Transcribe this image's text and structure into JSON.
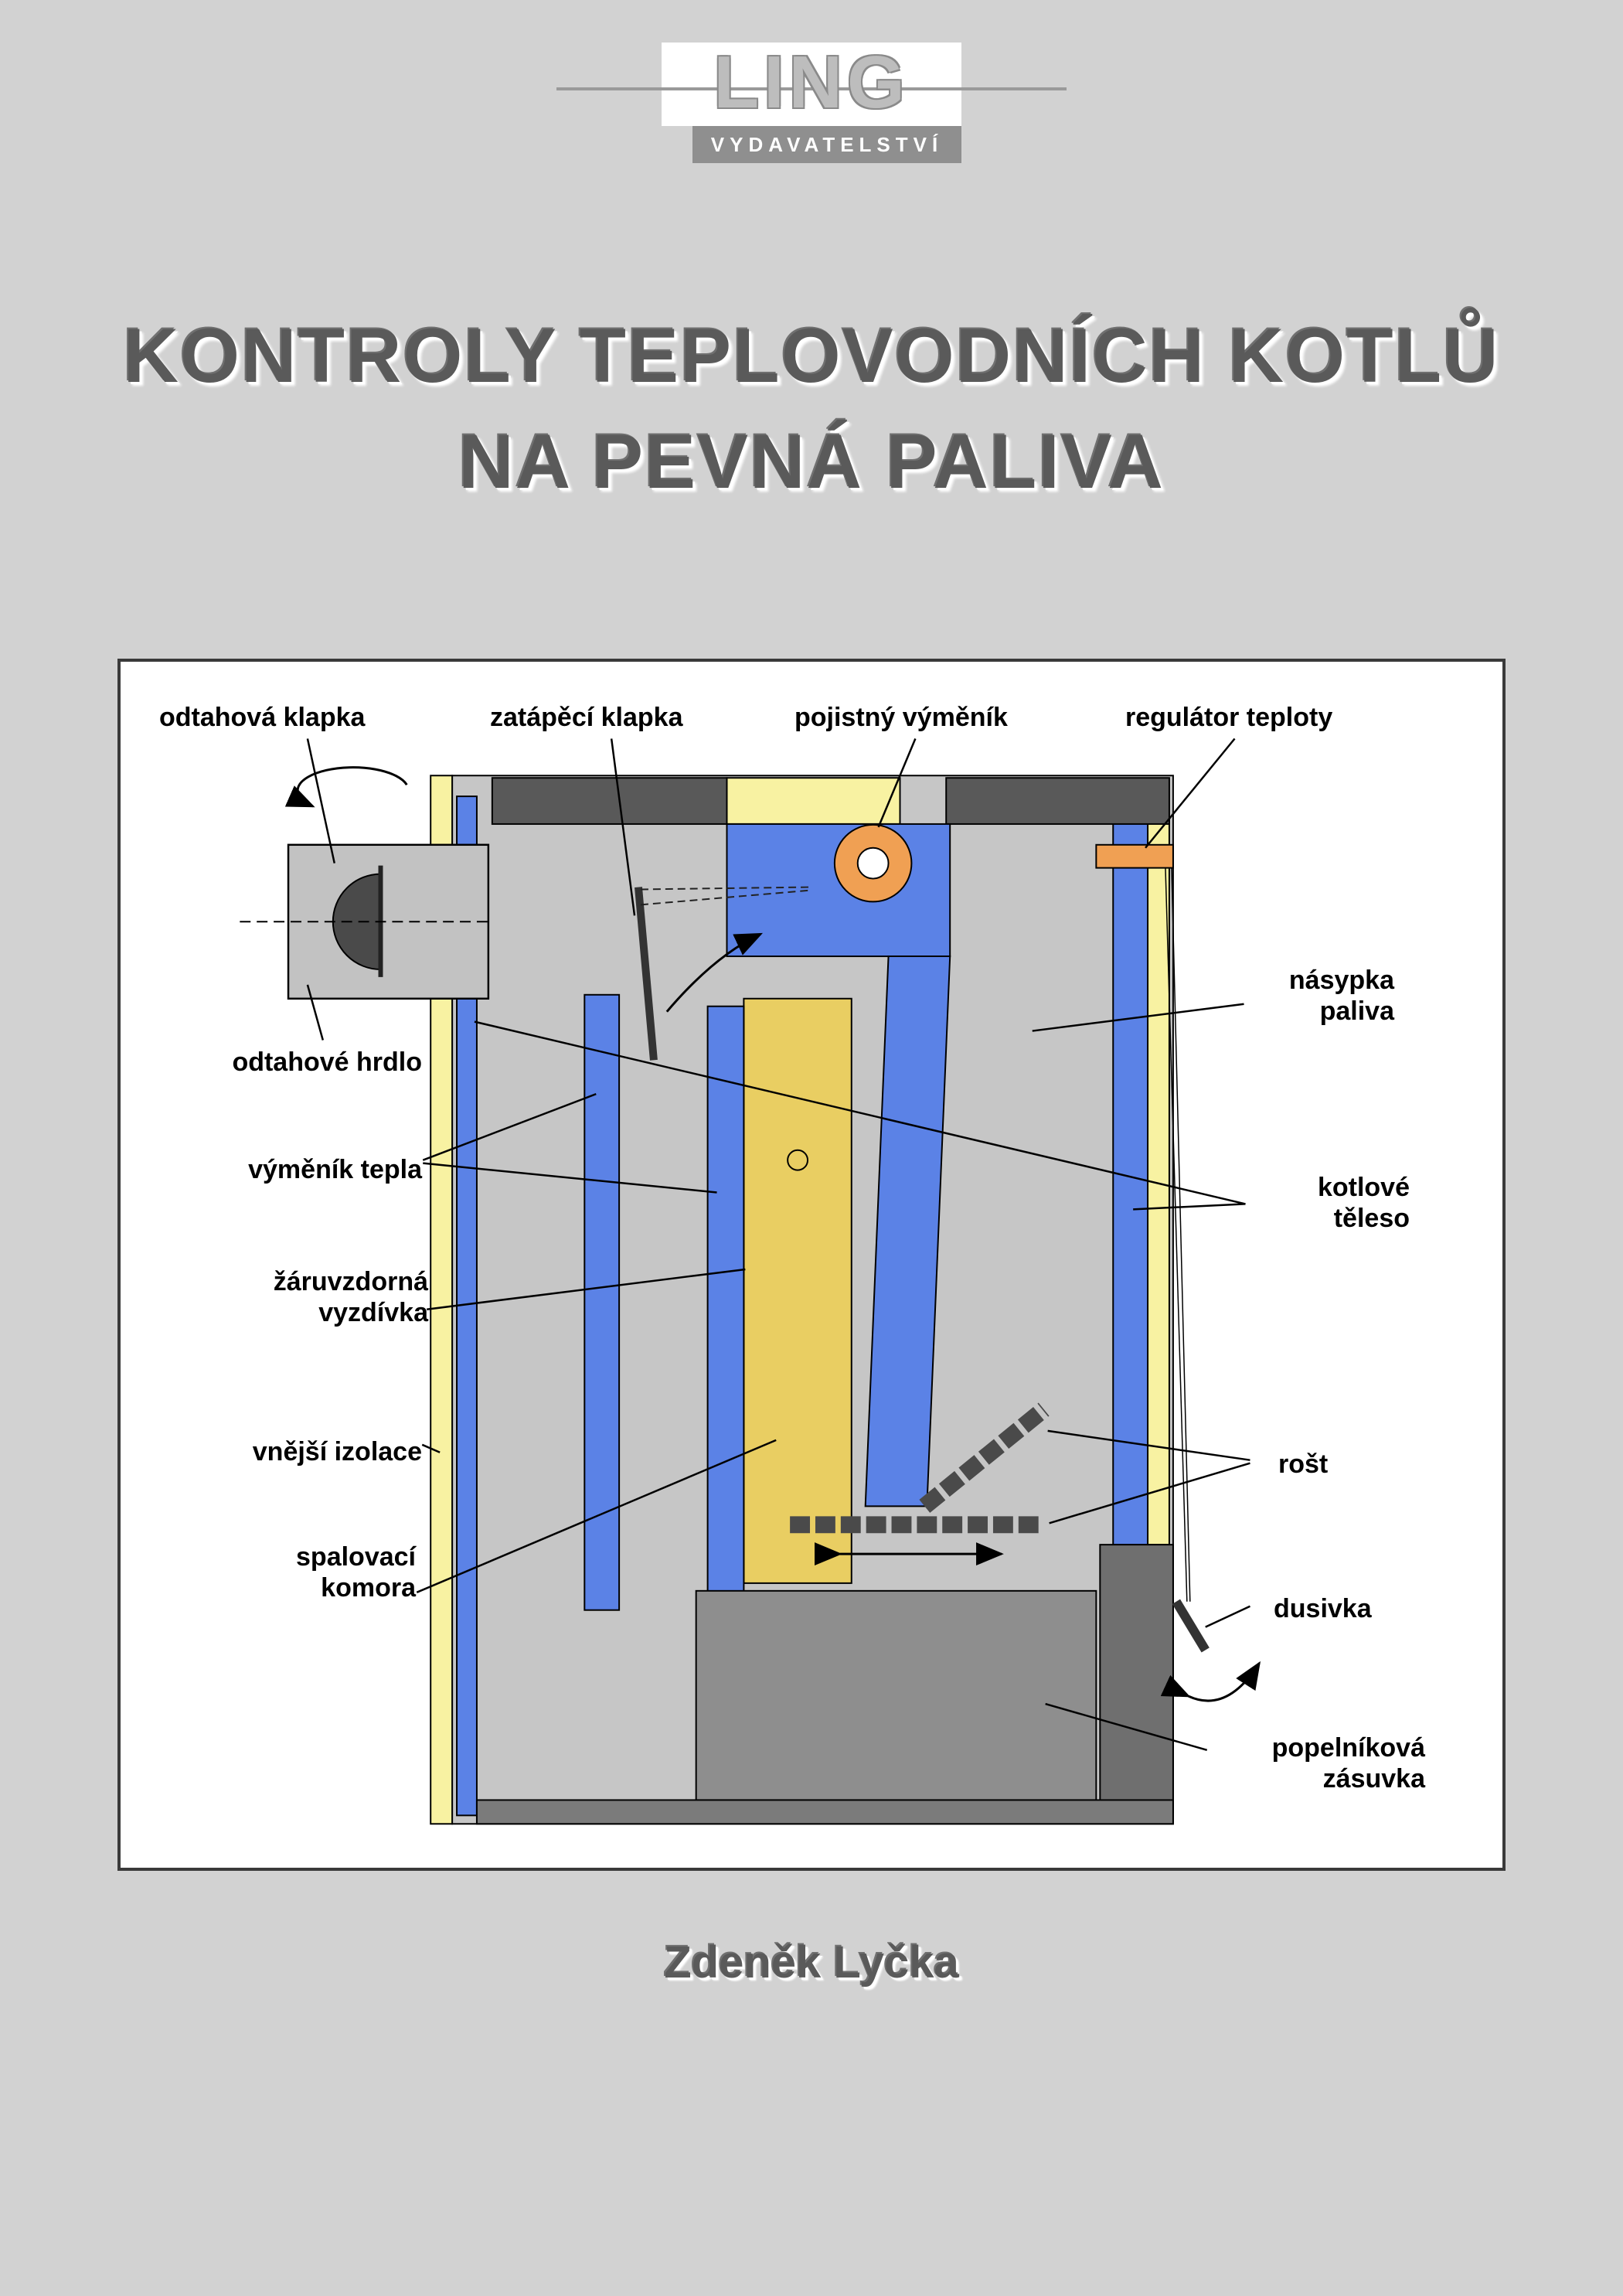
{
  "publisher": {
    "name": "LING",
    "tagline": "VYDAVATELSTVÍ"
  },
  "title": {
    "line1": "KONTROLY TEPLOVODNÍCH KOTLŮ",
    "line2": "NA PEVNÁ PALIVA"
  },
  "author": "Zdeněk Lyčka",
  "diagram": {
    "labels": {
      "odtahova_klapka": "odtahová klapka",
      "zatapeci_klapka": "zatápěcí klapka",
      "pojistny_vymenik": "pojistný výměník",
      "regulator_teploty": "regulátor teploty",
      "odtahove_hrdlo": "odtahové hrdlo",
      "vymenik_tepla": "výměník tepla",
      "zaruvzdorna_vyzdivka": "žáruvzdorná\nvyzdívka",
      "vnejsi_izolace": "vnější izolace",
      "spalovaci_komora": "spalovací\nkomora",
      "nasypka_paliva": "násypka\npaliva",
      "kotlove_teleso": "kotlové\ntěleso",
      "rost": "rošt",
      "dusivka": "dusivka",
      "popelnikova_zasuvka": "popelníková\nzásuvka"
    },
    "palette": {
      "page_bg": "#d2d2d2",
      "panel_bg": "#ffffff",
      "water_blue": "#5b82e6",
      "insulation_yellow": "#f8f2a2",
      "refractory_gold": "#e9ce62",
      "accent_orange": "#f0a053",
      "body_gray": "#c6c6c6",
      "dark_gray": "#595959"
    }
  }
}
